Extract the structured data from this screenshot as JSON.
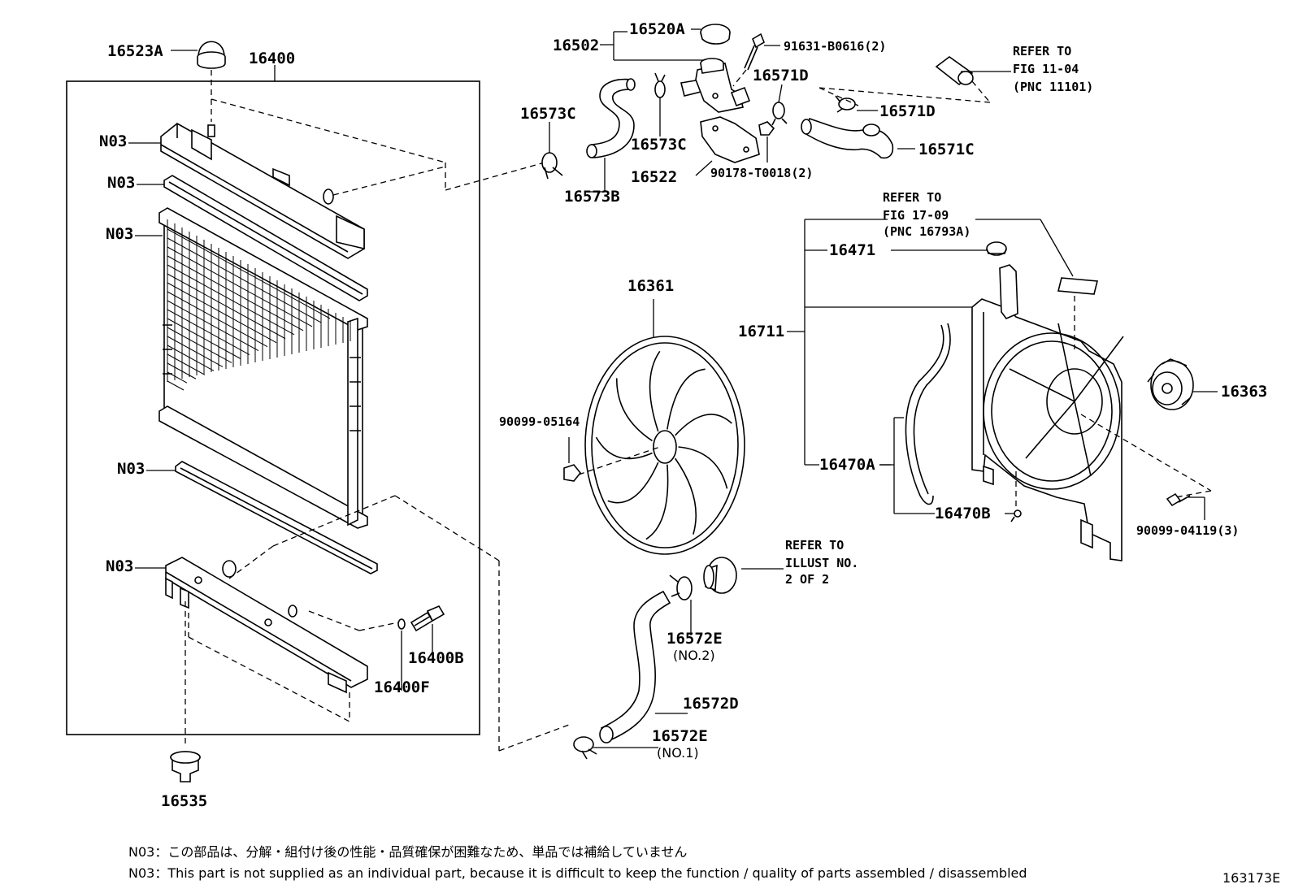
{
  "parts": {
    "p16523A": "16523A",
    "p16400": "16400",
    "n03_a": "N03",
    "n03_b": "N03",
    "n03_c": "N03",
    "n03_d": "N03",
    "n03_e": "N03",
    "p16535": "16535",
    "p16400B": "16400B",
    "p16400F": "16400F",
    "p16502": "16502",
    "p16520A": "16520A",
    "p91631": "91631-B0616(2)",
    "p16573C_a": "16573C",
    "p16573C_b": "16573C",
    "p16573B": "16573B",
    "p16522": "16522",
    "p90178": "90178-T0018(2)",
    "p16571D_a": "16571D",
    "p16571D_b": "16571D",
    "p16571C": "16571C",
    "p16361": "16361",
    "p90099_05164": "90099-05164",
    "p16471": "16471",
    "p16711": "16711",
    "p16470A": "16470A",
    "p16470B": "16470B",
    "p16363": "16363",
    "p90099_04119": "90099-04119(3)",
    "p16572E_a": "16572E",
    "p16572E_a_sub": "(NO.2)",
    "p16572D": "16572D",
    "p16572E_b": "16572E",
    "p16572E_b_sub": "(NO.1)"
  },
  "refs": {
    "ref1_l1": "REFER TO",
    "ref1_l2": "FIG 11-04",
    "ref1_l3": "(PNC 11101)",
    "ref2_l1": "REFER TO",
    "ref2_l2": "FIG 17-09",
    "ref2_l3": "(PNC 16793A)",
    "ref3_l1": "REFER TO",
    "ref3_l2": "ILLUST NO.",
    "ref3_l3": "2 OF 2"
  },
  "notes": {
    "jp": "N03：この部品は、分解・組付け後の性能・品質確保が困難なため、単品では補給していません",
    "en": "N03：This part is not supplied as an individual part, because it is difficult to keep the function / quality of parts assembled / disassembled"
  },
  "figure_code": "163173E"
}
